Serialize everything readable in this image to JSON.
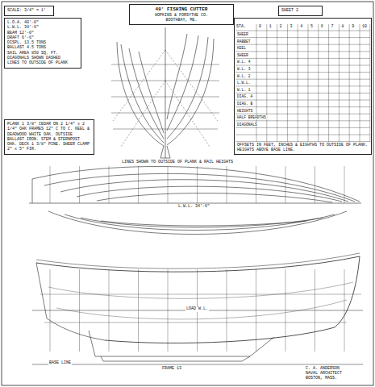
{
  "diagram": {
    "nodes": [
      {
        "text": [
          "SCALE: 3/4\" = 1'"
        ]
      },
      {
        "text": [
          "40' FISHING CUTTER",
          "HOPKINS & FORSYTHE CO.",
          "BOOTHBAY, ME."
        ]
      },
      {
        "text": [
          "SHEET 2"
        ]
      },
      {
        "text": [
          "L.O.A. 40'-0\"",
          "L.W.L. 34'-6\"",
          "BEAM 12'-0\"",
          "DRAFT 6'-6\"",
          "DISPL. 13.5 TONS",
          "BALLAST 4.5 TONS",
          "SAIL AREA 850 SQ. FT.",
          "DIAGONALS SHOWN DASHED",
          "LINES TO OUTSIDE OF PLANK"
        ]
      },
      {
        "text": [
          "PLANK 1 3/8\" CEDAR ON 2 1/4\" x 2 1/4\" OAK FRAMES 12\" C TO C. KEEL & DEADWOOD WHITE OAK. OUTSIDE BALLAST IRON. STEM & STERNPOST OAK. DECK 1 3/8\" PINE. SHEER CLAMP 2\" x 5\" FIR."
        ]
      },
      {
        "text": [
          "OFFSETS IN FEET, INCHES & EIGHTHS TO OUTSIDE OF PLANK. HEIGHTS ABOVE BASE LINE."
        ]
      }
    ],
    "labels": [
      "STA.",
      "0",
      "1",
      "2",
      "3",
      "4",
      "5",
      "6",
      "7",
      "8",
      "9",
      "10",
      "SHEER",
      "RABBET",
      "KEEL",
      "SHEER",
      "W.L. 4",
      "W.L. 3",
      "W.L. 2",
      "L.W.L.",
      "W.L. 1",
      "DIAG. A",
      "DIAG. B",
      "HEIGHTS",
      "HALF BREADTHS",
      "DIAGONALS",
      "LINES SHOWN TO OUTSIDE OF PLANK & RAIL HEIGHTS",
      "L.W.L. 34'-6\"",
      "LOAD W.L.",
      "BASE LINE",
      "FRAME 13",
      "C. A. ANDERSON",
      "NAVAL ARCHITECT",
      "BOSTON, MASS."
    ]
  }
}
